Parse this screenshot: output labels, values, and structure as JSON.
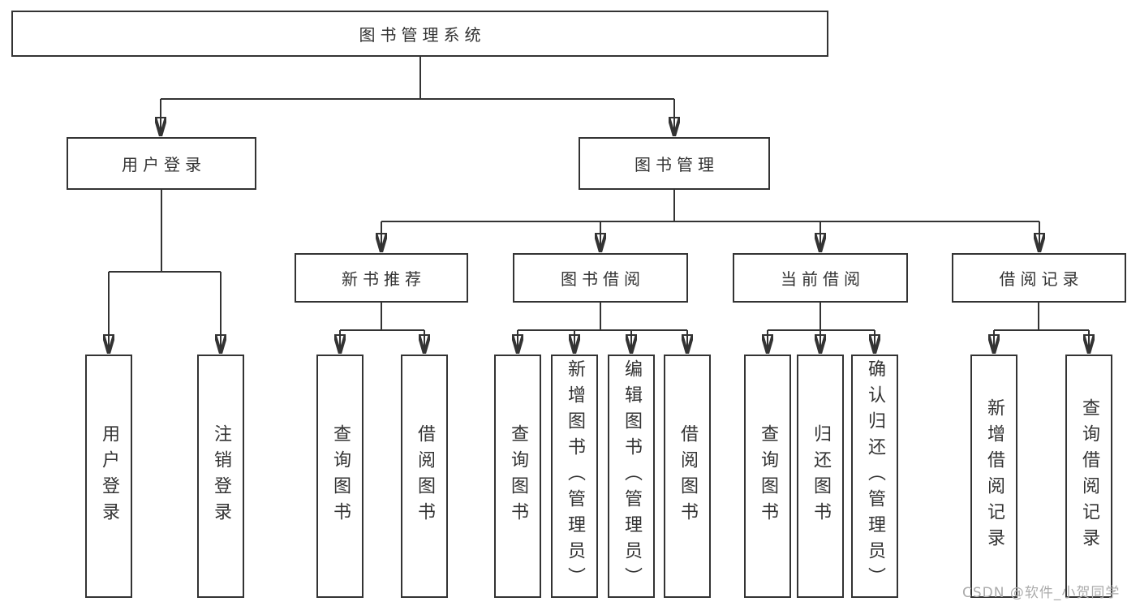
{
  "diagram": {
    "title": "图书管理系统",
    "level2": [
      {
        "label": "用户登录"
      },
      {
        "label": "图书管理"
      }
    ],
    "level3": [
      {
        "label": "新书推荐"
      },
      {
        "label": "图书借阅"
      },
      {
        "label": "当前借阅"
      },
      {
        "label": "借阅记录"
      }
    ],
    "leaves": [
      {
        "label": "用户登录"
      },
      {
        "label": "注销登录"
      },
      {
        "label": "查询图书"
      },
      {
        "label": "借阅图书"
      },
      {
        "label": "查询图书"
      },
      {
        "label": "新增图书（管理员）"
      },
      {
        "label": "编辑图书（管理员）"
      },
      {
        "label": "借阅图书"
      },
      {
        "label": "查询图书"
      },
      {
        "label": "归还图书"
      },
      {
        "label": "确认归还（管理员）"
      },
      {
        "label": "新增借阅记录"
      },
      {
        "label": "查询借阅记录"
      }
    ],
    "hierarchy": {
      "图书管理系统": {
        "用户登录": [
          "用户登录",
          "注销登录"
        ],
        "图书管理": {
          "新书推荐": [
            "查询图书",
            "借阅图书"
          ],
          "图书借阅": [
            "查询图书",
            "新增图书（管理员）",
            "编辑图书（管理员）",
            "借阅图书"
          ],
          "当前借阅": [
            "查询图书",
            "归还图书",
            "确认归还（管理员）"
          ],
          "借阅记录": [
            "新增借阅记录",
            "查询借阅记录"
          ]
        }
      }
    }
  },
  "watermark": {
    "text": "CSDN @软件_小贺同学"
  },
  "colors": {
    "line": "#333333",
    "text": "#333333",
    "box_background": "#ffffff",
    "page_background": "#ffffff",
    "watermark": "#ababab"
  }
}
